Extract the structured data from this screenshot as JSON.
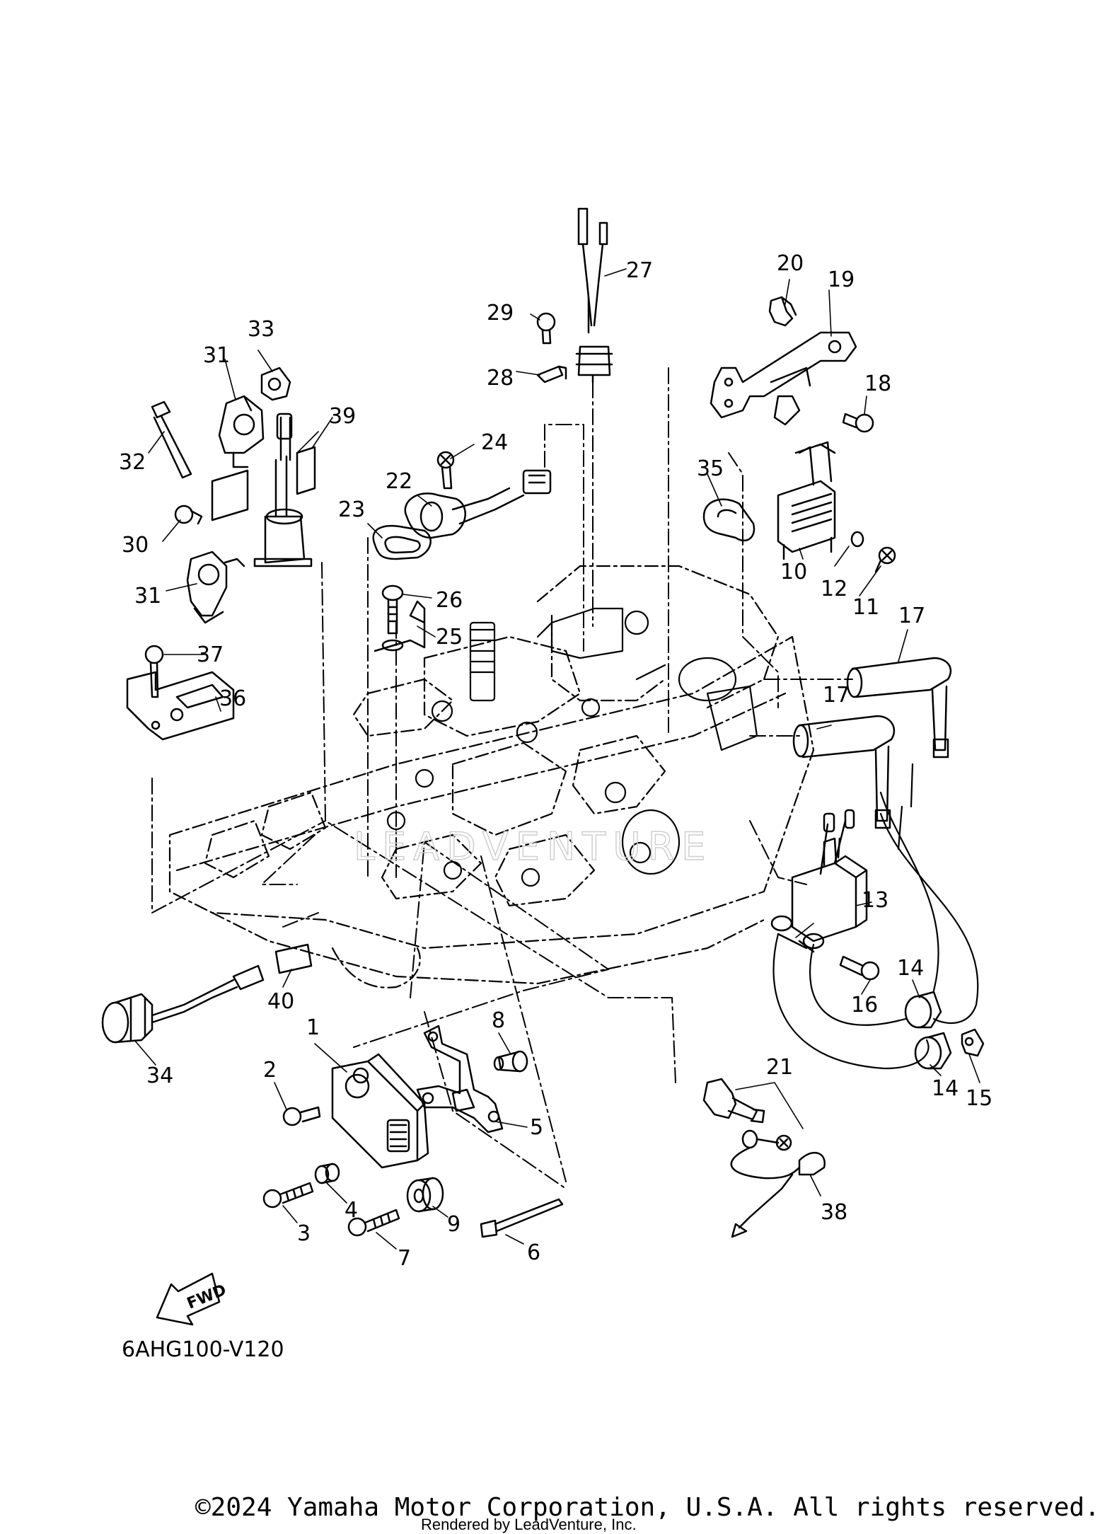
{
  "diagram": {
    "drawing_code": "6AHG100-V120",
    "fwd_label": "FWD",
    "watermark": "LEADVENTURE",
    "copyright": "©2024 Yamaha Motor Corporation, U.S.A. All rights reserved.",
    "rendered_by": "Rendered by LeadVenture, Inc."
  },
  "callouts": {
    "c1": "1",
    "c2": "2",
    "c3": "3",
    "c4": "4",
    "c5": "5",
    "c6": "6",
    "c7": "7",
    "c8": "8",
    "c9": "9",
    "c10": "10",
    "c11": "11",
    "c12": "12",
    "c13": "13",
    "c14a": "14",
    "c14b": "14",
    "c15": "15",
    "c16": "16",
    "c17a": "17",
    "c17b": "17",
    "c18": "18",
    "c19": "19",
    "c20": "20",
    "c21": "21",
    "c22": "22",
    "c23": "23",
    "c24": "24",
    "c25": "25",
    "c26": "26",
    "c27": "27",
    "c28": "28",
    "c29": "29",
    "c30": "30",
    "c31a": "31",
    "c31b": "31",
    "c32": "32",
    "c33": "33",
    "c34": "34",
    "c35": "35",
    "c36": "36",
    "c37": "37",
    "c38": "38",
    "c39": "39",
    "c40": "40"
  }
}
